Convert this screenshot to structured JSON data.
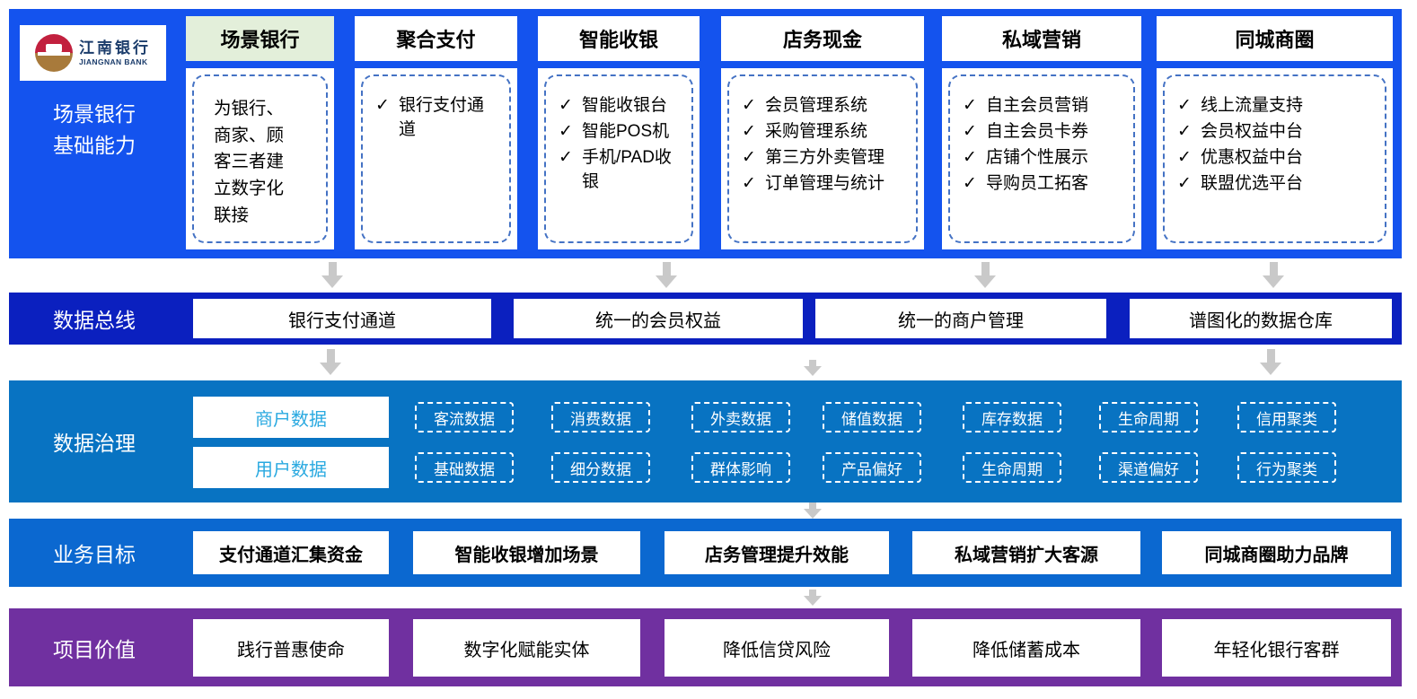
{
  "logo": {
    "name_cn": "江南银行",
    "name_en": "JIANGNAN BANK"
  },
  "icons": {
    "check": "✓"
  },
  "colors": {
    "capability_band": "#1453ee",
    "data_bus_band": "#0b20bf",
    "governance_band": "#0873c2",
    "goals_band": "#0b68d0",
    "values_band": "#7030a0",
    "active_tab_green": "#e3efda",
    "dashed_border_blue": "#4472c4",
    "category_text_blue": "#29a9e0",
    "arrow_gray": "#c9c9c9"
  },
  "capability": {
    "label_lines": [
      "场景银行",
      "基础能力"
    ],
    "columns": [
      {
        "tab": "场景银行",
        "active": true,
        "description": "为银行、商家、顾客三者建立数字化联接",
        "items": []
      },
      {
        "tab": "聚合支付",
        "active": false,
        "items": [
          "银行支付通道"
        ]
      },
      {
        "tab": "智能收银",
        "active": false,
        "items": [
          "智能收银台",
          "智能POS机",
          "手机/PAD收银"
        ]
      },
      {
        "tab": "店务现金",
        "active": false,
        "items": [
          "会员管理系统",
          "采购管理系统",
          "第三方外卖管理",
          "订单管理与统计"
        ]
      },
      {
        "tab": "私域营销",
        "active": false,
        "items": [
          "自主会员营销",
          "自主会员卡券",
          "店铺个性展示",
          "导购员工拓客"
        ]
      },
      {
        "tab": "同城商圈",
        "active": false,
        "items": [
          "线上流量支持",
          "会员权益中台",
          "优惠权益中台",
          "联盟优选平台"
        ]
      }
    ]
  },
  "data_bus": {
    "label": "数据总线",
    "boxes": [
      "银行支付通道",
      "统一的会员权益",
      "统一的商户管理",
      "谱图化的数据仓库"
    ]
  },
  "data_governance": {
    "label": "数据治理",
    "rows": [
      {
        "category": "商户数据",
        "tags": [
          "客流数据",
          "消费数据",
          "外卖数据",
          "储值数据",
          "库存数据",
          "生命周期",
          "信用聚类"
        ]
      },
      {
        "category": "用户数据",
        "tags": [
          "基础数据",
          "细分数据",
          "群体影响",
          "产品偏好",
          "生命周期",
          "渠道偏好",
          "行为聚类"
        ]
      }
    ]
  },
  "business_goals": {
    "label": "业务目标",
    "boxes": [
      "支付通道汇集资金",
      "智能收银增加场景",
      "店务管理提升效能",
      "私域营销扩大客源",
      "同城商圈助力品牌"
    ]
  },
  "project_values": {
    "label": "项目价值",
    "boxes": [
      "践行普惠使命",
      "数字化赋能实体",
      "降低信贷风险",
      "降低储蓄成本",
      "年轻化银行客群"
    ]
  }
}
